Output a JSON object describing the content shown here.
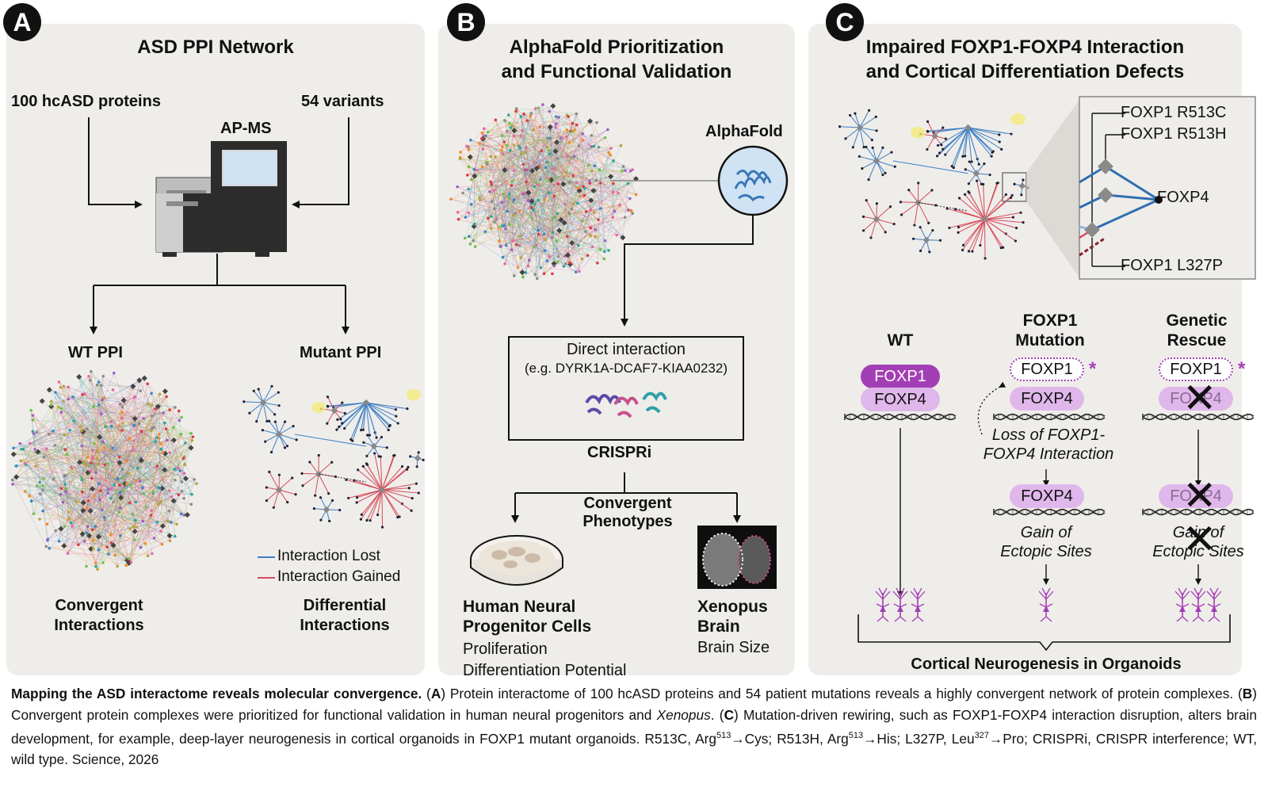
{
  "panels": {
    "a": {
      "letter": "A",
      "title": "ASD PPI Network",
      "input_left": "100 hcASD proteins",
      "input_right": "54 variants",
      "instrument": "AP-MS",
      "out_left": "WT PPI",
      "out_right": "Mutant PPI",
      "legend_lost": "Interaction Lost",
      "legend_gained": "Interaction Gained",
      "bottom_left_1": "Convergent",
      "bottom_left_2": "Interactions",
      "bottom_right_1": "Differential",
      "bottom_right_2": "Interactions"
    },
    "b": {
      "letter": "B",
      "title_1": "AlphaFold Prioritization",
      "title_2": "and Functional Validation",
      "alphafold": "AlphaFold",
      "box_line1": "Direct interaction",
      "box_line2": "(e.g. DYRK1A-DCAF7-KIAA0232)",
      "crispri": "CRISPRi",
      "convergent_1": "Convergent",
      "convergent_2": "Phenotypes",
      "left_title_1": "Human Neural",
      "left_title_2": "Progenitor Cells",
      "left_sub_1": "Proliferation",
      "left_sub_2": "Differentiation Potential",
      "right_title_1": "Xenopus",
      "right_title_2": "Brain",
      "right_sub": "Brain Size"
    },
    "c": {
      "letter": "C",
      "title_1": "Impaired FOXP1-FOXP4 Interaction",
      "title_2": "and Cortical Differentiation Defects",
      "inset_r513c": "FOXP1 R513C",
      "inset_r513h": "FOXP1 R513H",
      "inset_foxp4": "FOXP4",
      "inset_l327p": "FOXP1 L327P",
      "col_wt": "WT",
      "col_mut_1": "FOXP1",
      "col_mut_2": "Mutation",
      "col_res_1": "Genetic",
      "col_res_2": "Rescue",
      "foxp1": "FOXP1",
      "foxp4": "FOXP4",
      "asterisk": "*",
      "loss_1": "Loss of FOXP1-",
      "loss_2": "FOXP4 Interaction",
      "gain_1": "Gain of",
      "gain_2": "Ectopic Sites",
      "bottom": "Cortical Neurogenesis in Organoids"
    }
  },
  "caption": {
    "bold_lead": "Mapping the ASD interactome reveals molecular convergence.",
    "p_a_open": " (",
    "p_a_letter": "A",
    "p_a_text": ") Protein interactome of 100 hcASD proteins and 54 patient mutations reveals a highly convergent network of protein complexes. (",
    "p_b_letter": "B",
    "p_b_text": ") Convergent protein complexes were prioritized for functional validation in human neural progenitors and ",
    "p_b_italic": "Xenopus",
    "p_b_end": ". (",
    "p_c_letter": "C",
    "p_c_text": ") Mutation-driven rewiring, such as FOXP1-FOXP4 interaction disruption, alters brain development, for example, deep-layer neurogenesis in cortical organoids in FOXP1 mutant organoids.",
    "abbr_1": " R513C, Arg",
    "sup_1": "513",
    "abbr_2": "→Cys; R513H, Arg",
    "sup_2": "513",
    "abbr_3": "→His; L327P, Leu",
    "sup_3": "327",
    "abbr_4": "→Pro; CRISPRi, CRISPR interference; WT, wild type. Science, 2026"
  },
  "colors": {
    "panel_bg": "#efedea",
    "lost": "#3d7fc4",
    "gained": "#d64a5a",
    "foxp1_dark": "#a33fb5",
    "foxp4_light": "#e0b7ea",
    "neuron": "#a33fb5"
  },
  "icons": [
    "instrument-icon",
    "alphafold-protein-icon",
    "petri-dish-icon",
    "xenopus-brain-icon",
    "neuron-icon",
    "dna-icon",
    "cross-icon"
  ]
}
